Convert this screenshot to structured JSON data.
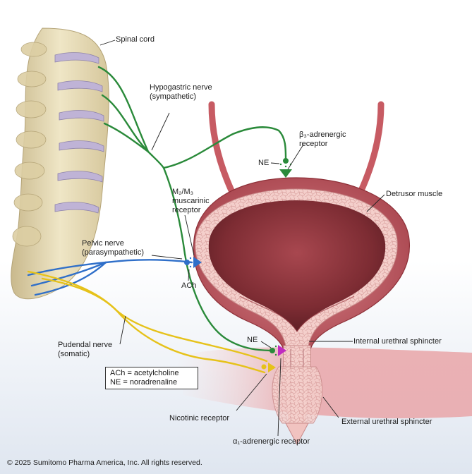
{
  "labels": {
    "spinal_cord": "Spinal cord",
    "hypogastric_line1": "Hypogastric nerve",
    "hypogastric_line2": "(sympathetic)",
    "beta3_line1": "β₃-adrenergic",
    "beta3_line2": "receptor",
    "ne_top": "NE",
    "m2m3_line1": "M₂/M₃",
    "m2m3_line2": "muscarinic",
    "m2m3_line3": "receptor",
    "detrusor": "Detrusor muscle",
    "pelvic_line1": "Pelvic nerve",
    "pelvic_line2": "(parasympathetic)",
    "ach": "ACh",
    "pudendal_line1": "Pudendal nerve",
    "pudendal_line2": "(somatic)",
    "ne_bottom": "NE",
    "internal_sphincter": "Internal urethral sphincter",
    "nicotinic": "Nicotinic receptor",
    "external_sphincter": "External urethral sphincter",
    "alpha1": "α₁-adrenergic receptor"
  },
  "legend": {
    "ach": "ACh = acetylcholine",
    "ne": "NE = noradrenaline"
  },
  "copyright": "© 2025 Sumitomo Pharma America, Inc. All rights reserved.",
  "colors": {
    "sympathetic_nerve": "#2a8a3a",
    "parasympathetic_nerve": "#2f6fc9",
    "somatic_nerve": "#e6c21a",
    "bladder_wall": "#b8505a",
    "bladder_lumen": "#7a2a30",
    "detrusor_lining": "#f2c4c0",
    "spine_bone": "#e8dcb8",
    "alpha1_receptor": "#c02bc0"
  }
}
